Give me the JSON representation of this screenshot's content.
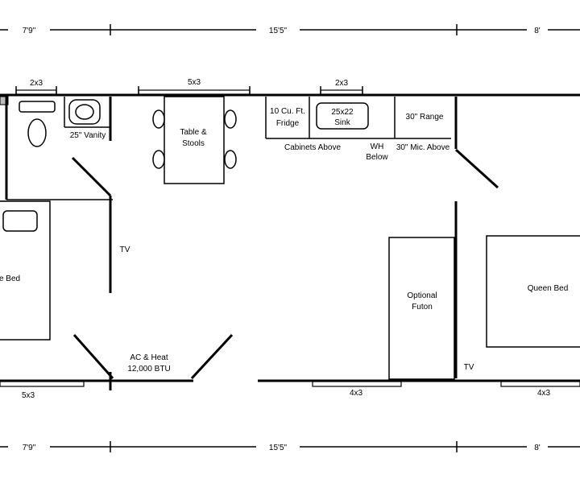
{
  "dimensions": {
    "top": [
      "7'9\"",
      "15'5\"",
      "8'"
    ],
    "bottom": [
      "7'9\"",
      "15'5\"",
      "8'"
    ]
  },
  "windows": {
    "bath_top": "2x3",
    "dining_top": "5x3",
    "kitchen_top": "2x3",
    "bedroom_left_bottom": "5x3",
    "living_bottom": "4x3",
    "bedroom_right_bottom": "4x3"
  },
  "labels": {
    "vanity": "25\" Vanity",
    "table_line1": "Table &",
    "table_line2": "Stools",
    "fridge_line1": "10 Cu. Ft.",
    "fridge_line2": "Fridge",
    "sink_line1": "25x22",
    "sink_line2": "Sink",
    "range": "30\" Range",
    "cabinets_above": "Cabinets Above",
    "wh_line1": "WH",
    "wh_line2": "Below",
    "mic_above": "30\" Mic. Above",
    "tv_left": "TV",
    "tv_right": "TV",
    "left_bed": "e Bed",
    "ac_line1": "AC & Heat",
    "ac_line2": "12,000 BTU",
    "futon_line1": "Optional",
    "futon_line2": "Futon",
    "queen_bed": "Queen Bed"
  }
}
